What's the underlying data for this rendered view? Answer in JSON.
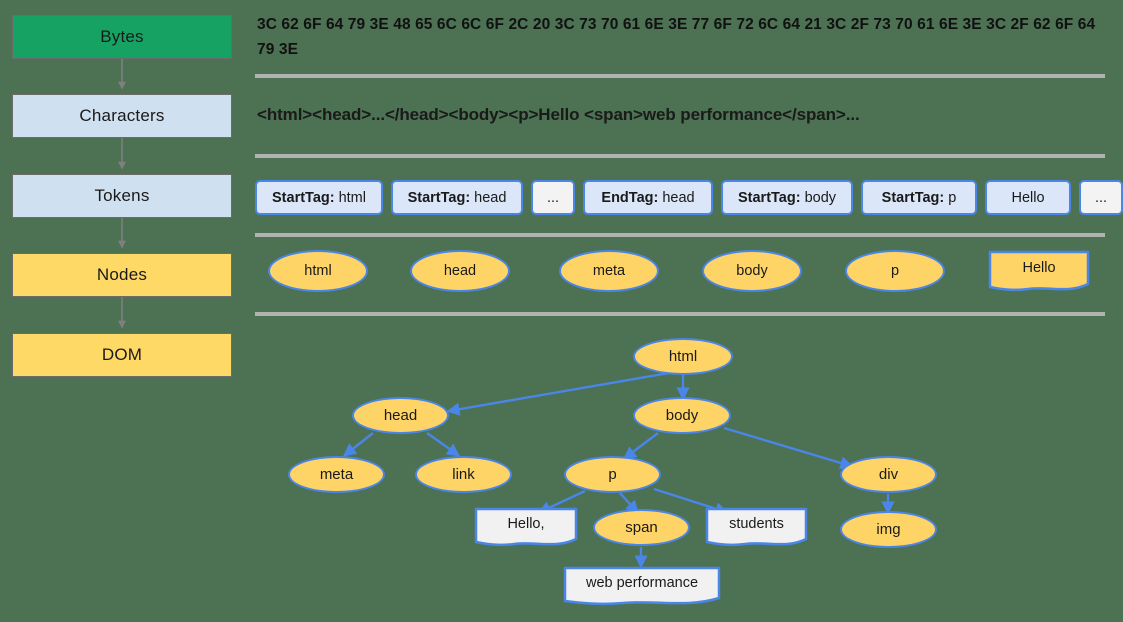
{
  "background_color": "#4c7153",
  "palette": {
    "green": "#16a263",
    "light_blue": "#cfe0f0",
    "gold": "#ffd966",
    "node_fill": "#ffd466",
    "node_stroke": "#4a86e8",
    "text_node_fill": "#f1f1f1",
    "separator": "#b0b4b0",
    "box_border": "#6b6b6b",
    "pipeline_arrow": "#7f7f7f"
  },
  "pipeline": {
    "steps": [
      {
        "label": "Bytes",
        "style": "green"
      },
      {
        "label": "Characters",
        "style": "blue"
      },
      {
        "label": "Tokens",
        "style": "blue"
      },
      {
        "label": "Nodes",
        "style": "gold"
      },
      {
        "label": "DOM",
        "style": "gold"
      }
    ]
  },
  "bytes_row": {
    "hex": "3C 62 6F 64 79 3E 48 65 6C 6C 6F 2C 20 3C 73 70 61 6E 3E 77 6F 72 6C 64 21 3C 2F 73 70 61 6E 3E 3C 2F 62 6F 64 79 3E"
  },
  "characters_row": {
    "markup": "<html><head>...</head><body><p>Hello <span>web performance</span>..."
  },
  "tokens_row": {
    "tokens": [
      {
        "kind": "StartTag:",
        "value": "html",
        "ellipsis": false
      },
      {
        "kind": "StartTag:",
        "value": "head",
        "ellipsis": false
      },
      {
        "kind": "",
        "value": "...",
        "ellipsis": true
      },
      {
        "kind": "EndTag:",
        "value": "head",
        "ellipsis": false
      },
      {
        "kind": "StartTag:",
        "value": "body",
        "ellipsis": false
      },
      {
        "kind": "StartTag:",
        "value": "p",
        "ellipsis": false
      },
      {
        "kind": "",
        "value": "Hello",
        "ellipsis": false
      },
      {
        "kind": "",
        "value": "...",
        "ellipsis": true
      }
    ]
  },
  "nodes_row": {
    "nodes": [
      {
        "label": "html",
        "shape": "ellipse"
      },
      {
        "label": "head",
        "shape": "ellipse"
      },
      {
        "label": "meta",
        "shape": "ellipse"
      },
      {
        "label": "body",
        "shape": "ellipse"
      },
      {
        "label": "p",
        "shape": "ellipse"
      },
      {
        "label": "Hello",
        "shape": "document"
      }
    ]
  },
  "dom_tree": {
    "nodes": [
      {
        "id": "html",
        "label": "html",
        "shape": "ellipse"
      },
      {
        "id": "head",
        "label": "head",
        "shape": "ellipse"
      },
      {
        "id": "body",
        "label": "body",
        "shape": "ellipse"
      },
      {
        "id": "meta",
        "label": "meta",
        "shape": "ellipse"
      },
      {
        "id": "link",
        "label": "link",
        "shape": "ellipse"
      },
      {
        "id": "p",
        "label": "p",
        "shape": "ellipse"
      },
      {
        "id": "div",
        "label": "div",
        "shape": "ellipse"
      },
      {
        "id": "hello",
        "label": "Hello,",
        "shape": "document"
      },
      {
        "id": "span",
        "label": "span",
        "shape": "ellipse"
      },
      {
        "id": "stud",
        "label": "students",
        "shape": "document"
      },
      {
        "id": "img",
        "label": "img",
        "shape": "ellipse"
      },
      {
        "id": "webp",
        "label": "web performance",
        "shape": "document"
      }
    ],
    "edges": [
      {
        "from": "html",
        "to": "head"
      },
      {
        "from": "html",
        "to": "body"
      },
      {
        "from": "head",
        "to": "meta"
      },
      {
        "from": "head",
        "to": "link"
      },
      {
        "from": "body",
        "to": "p"
      },
      {
        "from": "body",
        "to": "div"
      },
      {
        "from": "p",
        "to": "hello"
      },
      {
        "from": "p",
        "to": "span"
      },
      {
        "from": "p",
        "to": "stud"
      },
      {
        "from": "div",
        "to": "img"
      },
      {
        "from": "span",
        "to": "webp"
      }
    ]
  }
}
